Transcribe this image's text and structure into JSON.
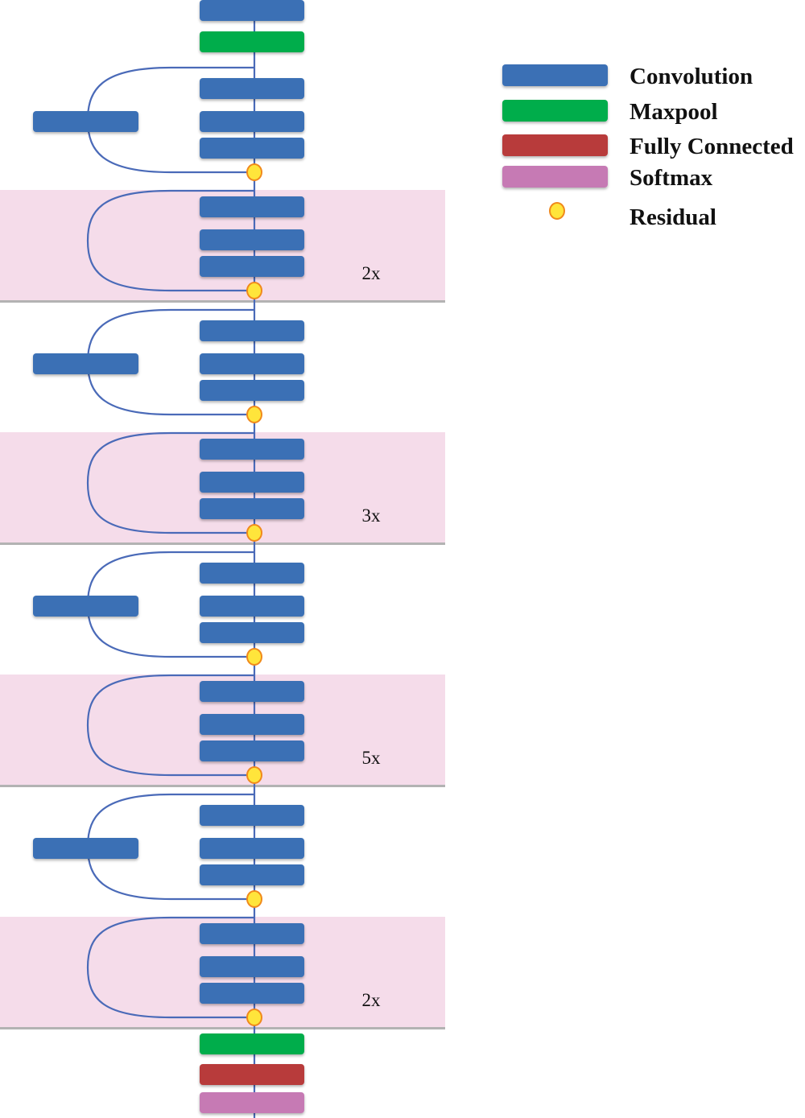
{
  "colors": {
    "convolution": "#3a6fb5",
    "maxpool": "#00ad4c",
    "fully_connected": "#b83a3a",
    "softmax": "#c67ab4",
    "residual_fill": "#ffe53b",
    "residual_stroke": "#f08a1c",
    "connector": "#4a6ab8",
    "repeat_band": "#f5dcea",
    "band_rule": "#b3b3b3"
  },
  "legend": [
    {
      "key": "convolution",
      "label": "Convolution"
    },
    {
      "key": "maxpool",
      "label": "Maxpool"
    },
    {
      "key": "fully_connected",
      "label": "Fully Connected"
    },
    {
      "key": "softmax",
      "label": "Softmax"
    },
    {
      "key": "residual",
      "label": "Residual"
    }
  ],
  "network": {
    "input_layers": [
      "convolution",
      "maxpool"
    ],
    "stages": [
      {
        "downsample_block": {
          "layers": [
            "convolution",
            "convolution",
            "convolution"
          ],
          "shortcut": "convolution"
        },
        "repeat_block": {
          "layers": [
            "convolution",
            "convolution",
            "convolution"
          ],
          "repeat": "2x"
        }
      },
      {
        "downsample_block": {
          "layers": [
            "convolution",
            "convolution",
            "convolution"
          ],
          "shortcut": "convolution"
        },
        "repeat_block": {
          "layers": [
            "convolution",
            "convolution",
            "convolution"
          ],
          "repeat": "3x"
        }
      },
      {
        "downsample_block": {
          "layers": [
            "convolution",
            "convolution",
            "convolution"
          ],
          "shortcut": "convolution"
        },
        "repeat_block": {
          "layers": [
            "convolution",
            "convolution",
            "convolution"
          ],
          "repeat": "5x"
        }
      },
      {
        "downsample_block": {
          "layers": [
            "convolution",
            "convolution",
            "convolution"
          ],
          "shortcut": "convolution"
        },
        "repeat_block": {
          "layers": [
            "convolution",
            "convolution",
            "convolution"
          ],
          "repeat": "2x"
        }
      }
    ],
    "output_layers": [
      "maxpool",
      "fully_connected",
      "softmax"
    ]
  }
}
